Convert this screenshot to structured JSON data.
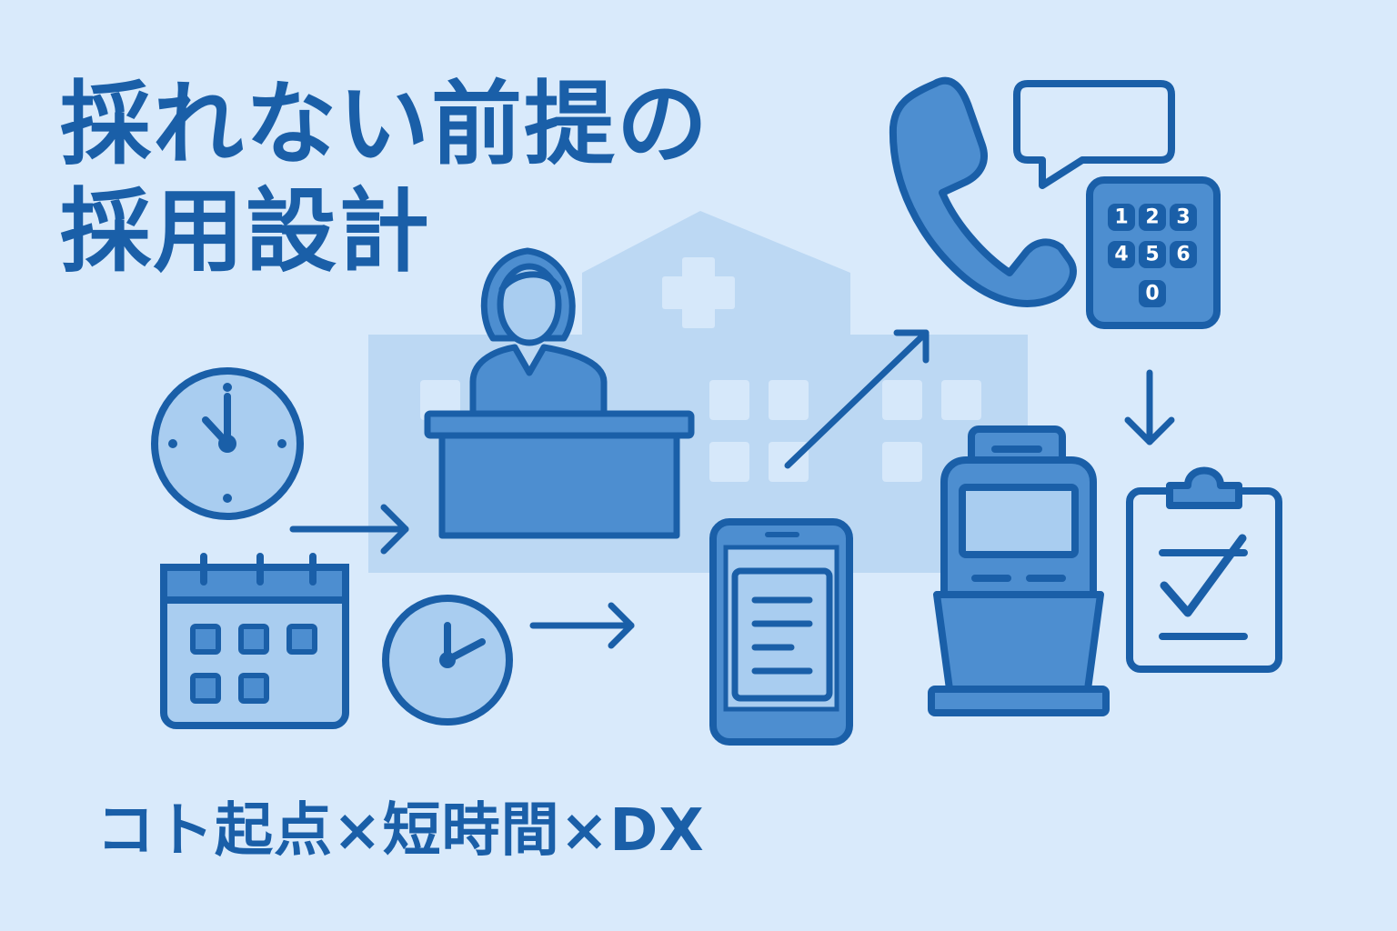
{
  "title": {
    "line1": "採れない前提の",
    "line2": "採用設計"
  },
  "subtitle": "コト起点×短時間×DX",
  "keypad": {
    "keys": [
      "1",
      "2",
      "3",
      "4",
      "5",
      "6",
      "0"
    ]
  },
  "colors": {
    "background": "#d9eafb",
    "primary": "#1a5fa8",
    "icon_fill": "#4d8ed0",
    "icon_light": "#a9cdf0",
    "building": "#bcd8f3"
  },
  "icons": [
    "hospital-building",
    "receptionist-at-desk",
    "wall-clock",
    "calendar",
    "small-clock",
    "smartphone-document",
    "telephone-handset",
    "speech-bubble",
    "numeric-keypad",
    "self-service-kiosk",
    "clipboard-checklist"
  ]
}
